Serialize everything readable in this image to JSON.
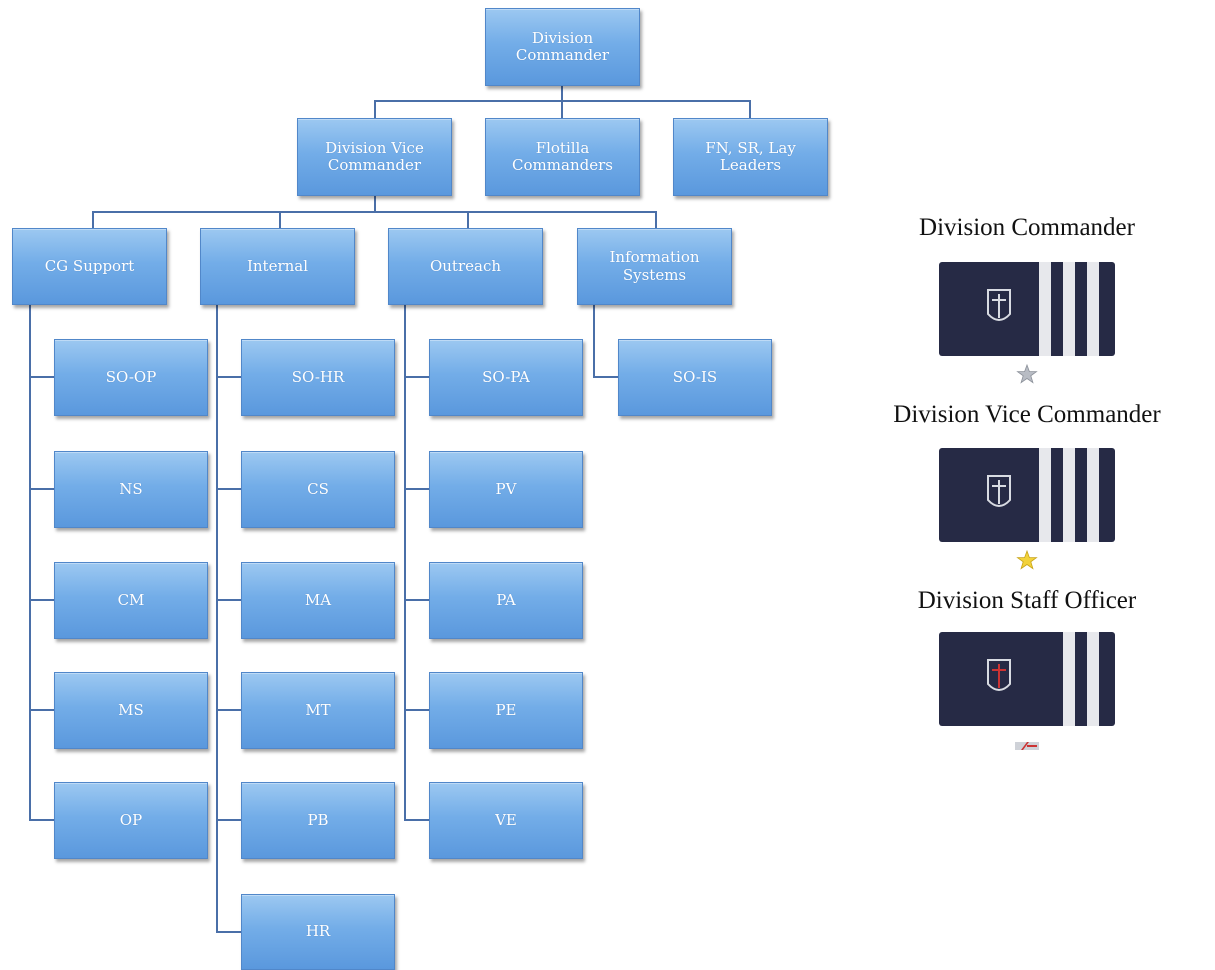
{
  "org_chart": {
    "top": {
      "label": "Division\nCommander"
    },
    "second_level": [
      {
        "label": "Division Vice\nCommander"
      },
      {
        "label": "Flotilla\nCommanders"
      },
      {
        "label": "FN, SR, Lay\nLeaders"
      }
    ],
    "departments": [
      {
        "label": "CG Support",
        "children": [
          "SO-OP",
          "NS",
          "CM",
          "MS",
          "OP"
        ]
      },
      {
        "label": "Internal",
        "children": [
          "SO-HR",
          "CS",
          "MA",
          "MT",
          "PB",
          "HR"
        ]
      },
      {
        "label": "Outreach",
        "children": [
          "SO-PA",
          "PV",
          "PA",
          "PE",
          "VE"
        ]
      },
      {
        "label": "Information\nSystems",
        "children": [
          "SO-IS"
        ]
      }
    ],
    "box_colors": {
      "light": "#9cc8f1",
      "dark": "#5a98dd",
      "connector": "#4a6fa8"
    }
  },
  "legend": {
    "ranks": [
      {
        "title": "Division Commander",
        "stripes": 3,
        "insignia": "silver-star-icon",
        "insignia_color": "#b8bcc4"
      },
      {
        "title": "Division Vice Commander",
        "stripes": 3,
        "insignia": "gold-star-icon",
        "insignia_color": "#f2d23a"
      },
      {
        "title": "Division Staff Officer",
        "stripes": 2,
        "insignia": "red-silver-device-icon",
        "insignia_color": "#cc3333"
      }
    ],
    "board_color": "#262a45"
  }
}
